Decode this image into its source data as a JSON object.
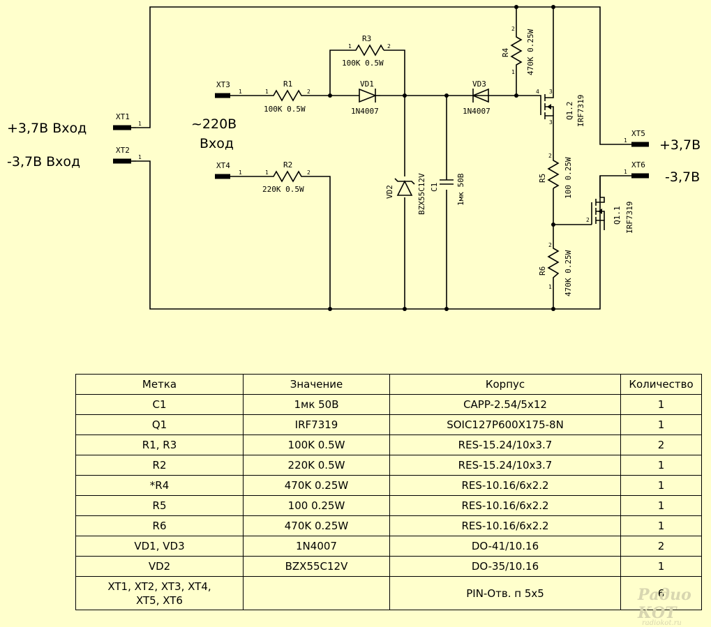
{
  "schematic": {
    "input_pos_label": "+3,7В Вход",
    "input_neg_label": "-3,7В Вход",
    "ac_label_line1": "~220В",
    "ac_label_line2": "Вход",
    "output_pos_label": "+3,7В",
    "output_neg_label": "-3,7В",
    "connectors": {
      "xt1": "XT1",
      "xt2": "XT2",
      "xt3": "XT3",
      "xt4": "XT4",
      "xt5": "XT5",
      "xt6": "XT6"
    },
    "components": {
      "r1": {
        "ref": "R1",
        "value": "100K 0.5W"
      },
      "r2": {
        "ref": "R2",
        "value": "220K 0.5W"
      },
      "r3": {
        "ref": "R3",
        "value": "100K 0.5W"
      },
      "r4": {
        "ref": "R4",
        "value": "470K 0.25W"
      },
      "r5": {
        "ref": "R5",
        "value": "100 0.25W"
      },
      "r6": {
        "ref": "R6",
        "value": "470K 0.25W"
      },
      "vd1": {
        "ref": "VD1",
        "value": "1N4007"
      },
      "vd3": {
        "ref": "VD3",
        "value": "1N4007"
      },
      "vd2": {
        "ref": "VD2",
        "value": "BZX55C12V"
      },
      "c1": {
        "ref": "C1",
        "value": "1мк 50В"
      },
      "q12": {
        "ref": "Q1.2",
        "value": "IRF7319"
      },
      "q11": {
        "ref": "Q1.1",
        "value": "IRF7319"
      }
    },
    "pins": {
      "one": "1",
      "two": "2",
      "three": "3",
      "four": "4"
    }
  },
  "bom": {
    "headers": [
      "Метка",
      "Значение",
      "Корпус",
      "Количество"
    ],
    "rows": [
      [
        "C1",
        "1мк 50В",
        "CAPP-2.54/5x12",
        "1"
      ],
      [
        "Q1",
        "IRF7319",
        "SOIC127P600X175-8N",
        "1"
      ],
      [
        "R1, R3",
        "100K 0.5W",
        "RES-15.24/10x3.7",
        "2"
      ],
      [
        "R2",
        "220K 0.5W",
        "RES-15.24/10x3.7",
        "1"
      ],
      [
        "*R4",
        "470K 0.25W",
        "RES-10.16/6x2.2",
        "1"
      ],
      [
        "R5",
        "100 0.25W",
        "RES-10.16/6x2.2",
        "1"
      ],
      [
        "R6",
        "470K 0.25W",
        "RES-10.16/6x2.2",
        "1"
      ],
      [
        "VD1, VD3",
        "1N4007",
        "DO-41/10.16",
        "2"
      ],
      [
        "VD2",
        "BZX55C12V",
        "DO-35/10.16",
        "1"
      ],
      [
        "XT1, XT2, XT3, XT4,",
        "",
        "PIN-Отв. п 5x5",
        "6"
      ]
    ],
    "last_row_label_line2": "XT5, XT6"
  },
  "watermark": {
    "title": "Радио КОТ",
    "site": "radiokot.ru"
  }
}
